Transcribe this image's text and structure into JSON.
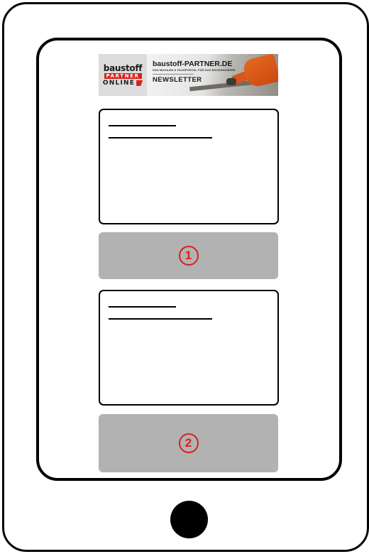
{
  "banner": {
    "logo": {
      "line1": "baustoff",
      "line2": "PARTNER",
      "line3": "ONLINE"
    },
    "site": "baustoff-PARTNER.DE",
    "tagline": "DAS MAGAZIN & FACHPORTAL FÜR DAS BAUHANDWERK",
    "section": "NEWSLETTER"
  },
  "slots": [
    {
      "number": "1"
    },
    {
      "number": "2"
    }
  ],
  "colors": {
    "accent": "#d9211a",
    "slot_background": "#b2b2b2",
    "frame": "#000000"
  }
}
